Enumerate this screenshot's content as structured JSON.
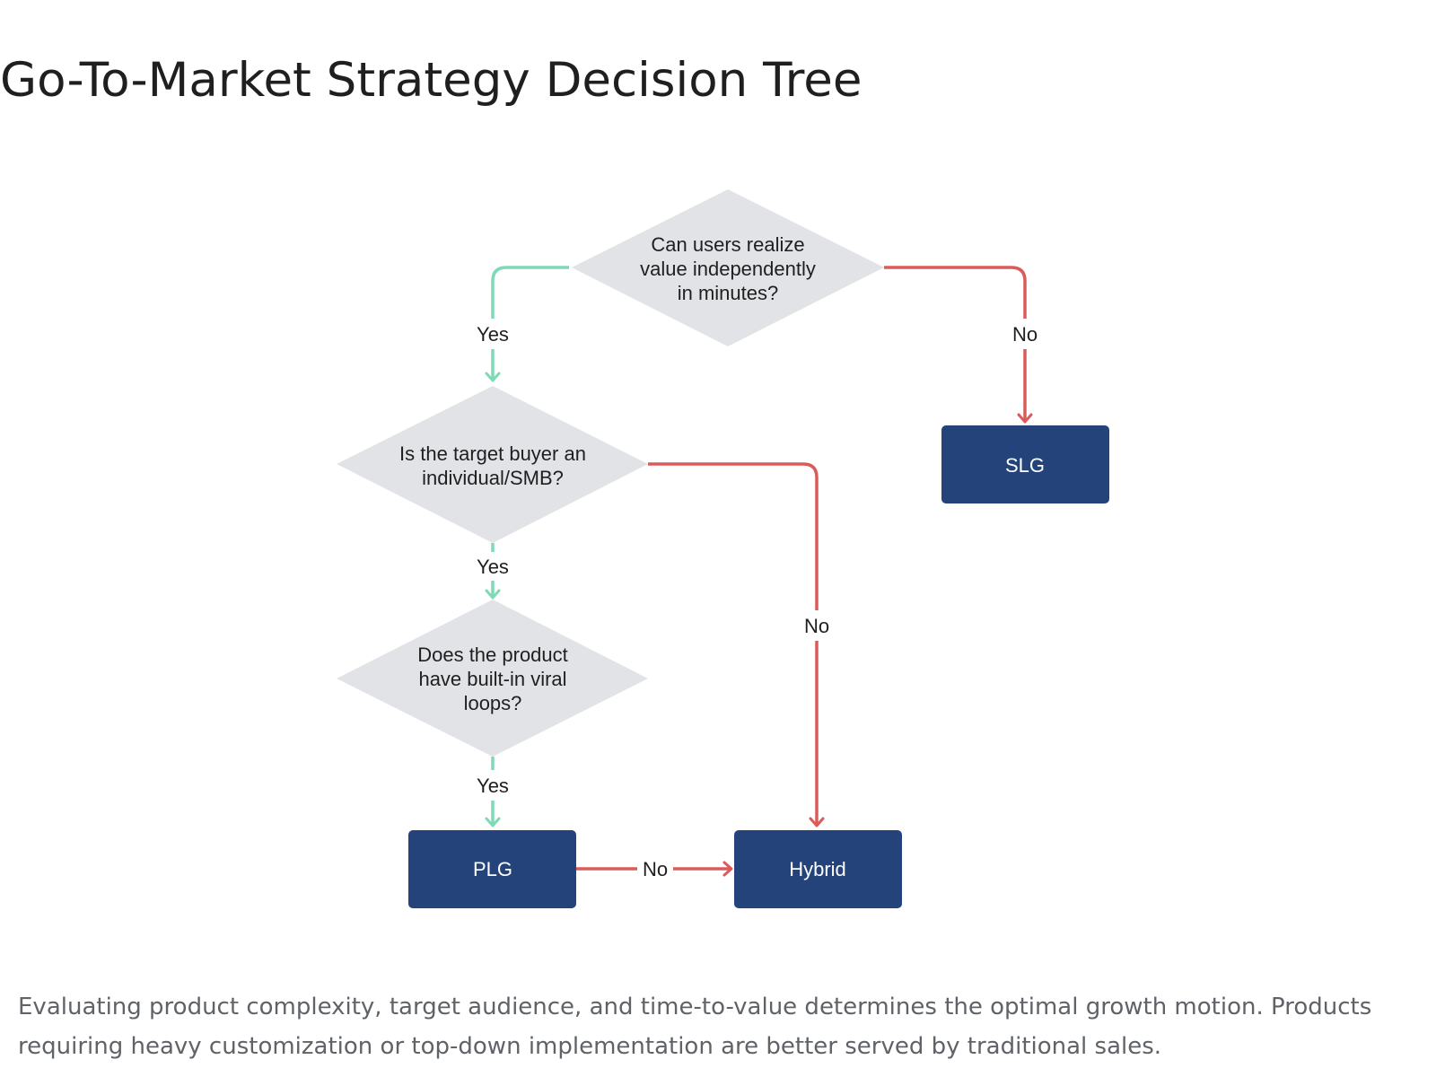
{
  "page": {
    "title": "Go-To-Market Strategy Decision Tree",
    "caption": "Evaluating product complexity, target audience, and time-to-value determines the optimal growth motion. Products requiring heavy customization or top-down implementation are better served by traditional sales."
  },
  "colors": {
    "yes_edge": "#7ed9b5",
    "no_edge": "#db5b5b",
    "decision_fill": "#e1e3e6",
    "outcome_fill": "#23437a",
    "outcome_text": "#ffffff",
    "node_text": "#1f1f1f"
  },
  "diagram": {
    "decisions": [
      {
        "id": "q1",
        "lines": [
          "Can users realize",
          "value independently",
          "in minutes?"
        ]
      },
      {
        "id": "q2",
        "lines": [
          "Is the target buyer an",
          "individual/SMB?"
        ]
      },
      {
        "id": "q3",
        "lines": [
          "Does the product",
          "have built-in viral",
          "loops?"
        ]
      }
    ],
    "outcomes": [
      {
        "id": "slg",
        "label": "SLG"
      },
      {
        "id": "plg",
        "label": "PLG"
      },
      {
        "id": "hybrid",
        "label": "Hybrid"
      }
    ],
    "edges": [
      {
        "from": "q1",
        "to": "q2",
        "label": "Yes",
        "kind": "yes"
      },
      {
        "from": "q1",
        "to": "slg",
        "label": "No",
        "kind": "no"
      },
      {
        "from": "q2",
        "to": "q3",
        "label": "Yes",
        "kind": "yes"
      },
      {
        "from": "q2",
        "to": "hybrid",
        "label": "No",
        "kind": "no"
      },
      {
        "from": "q3",
        "to": "plg",
        "label": "Yes",
        "kind": "yes"
      },
      {
        "from": "plg",
        "to": "hybrid",
        "label": "No",
        "kind": "no"
      }
    ]
  }
}
